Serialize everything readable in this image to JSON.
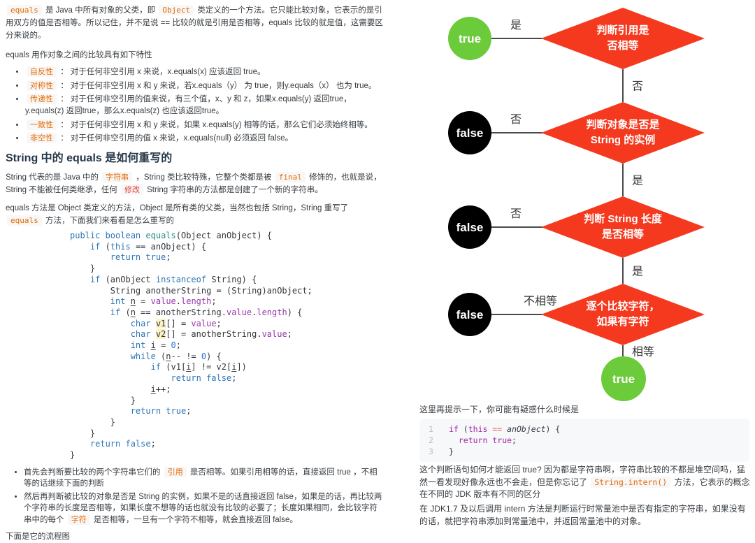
{
  "left": {
    "p1": [
      {
        "k": "c",
        "t": "equals"
      },
      {
        "k": "t",
        "t": " 是 Java 中所有对象的父类，即 "
      },
      {
        "k": "c",
        "t": "Object"
      },
      {
        "k": "t",
        "t": " 类定义的一个方法。它只能比较对象，它表示的是引用双方的值是否相等。所以记住，并不是说 == 比较的就是引用是否相等，equals 比较的就是值，这需要区分来说的。"
      }
    ],
    "p2": "equals 用作对象之间的比较具有如下特性",
    "features": [
      [
        {
          "k": "c",
          "t": "自反性"
        },
        {
          "k": "t",
          "t": " ： 对于任何非空引用 x 来说，x.equals(x) 应该返回 true。"
        }
      ],
      [
        {
          "k": "c",
          "t": "对称性"
        },
        {
          "k": "t",
          "t": " ： 对于任何非空引用 x 和 y 来说，若x.equals（y） 为 true，则y.equals（x） 也为 true。"
        }
      ],
      [
        {
          "k": "c",
          "t": "传递性"
        },
        {
          "k": "t",
          "t": " ： 对于任何非空引用的值来说，有三个值，x、y 和 z，如果x.equals(y) 返回true，y.equals(z) 返回true，那么x.equals(z) 也应该返回true。"
        }
      ],
      [
        {
          "k": "c",
          "t": "一致性"
        },
        {
          "k": "t",
          "t": " ： 对于任何非空引用 x 和 y 来说，如果 x.equals(y) 相等的话，那么它们必须始终相等。"
        }
      ],
      [
        {
          "k": "c",
          "t": "非空性"
        },
        {
          "k": "t",
          "t": " ： 对于任何非空引用的值 x 来说，x.equals(null) 必须返回 false。"
        }
      ]
    ],
    "heading": "String 中的 equals 是如何重写的",
    "p3": [
      {
        "k": "t",
        "t": "String 代表的是 Java 中的 "
      },
      {
        "k": "c",
        "t": "字符串"
      },
      {
        "k": "t",
        "t": " ，String 类比较特殊，它整个类都是被 "
      },
      {
        "k": "c",
        "t": "final"
      },
      {
        "k": "t",
        "t": " 修饰的，也就是说，String 不能被任何类继承，任何 "
      },
      {
        "k": "r",
        "t": "修改"
      },
      {
        "k": "t",
        "t": " String 字符串的方法都是创建了一个新的字符串。"
      }
    ],
    "p4": [
      {
        "k": "t",
        "t": "equals 方法是 Object 类定义的方法，Object 是所有类的父类，当然也包括 String，String 重写了 "
      },
      {
        "k": "c",
        "t": "equals"
      },
      {
        "k": "t",
        "t": " 方法，下面我们来看看是怎么重写的"
      }
    ],
    "code_java": {
      "lines": [
        [
          {
            "k": "k",
            "t": "public boolean"
          },
          {
            "k": "p",
            "t": " "
          },
          {
            "k": "f",
            "t": "equals"
          },
          {
            "k": "p",
            "t": "(Object anObject) {"
          }
        ],
        [
          {
            "k": "p",
            "t": "    "
          },
          {
            "k": "k",
            "t": "if"
          },
          {
            "k": "p",
            "t": " ("
          },
          {
            "k": "k",
            "t": "this"
          },
          {
            "k": "p",
            "t": " == anObject) {"
          }
        ],
        [
          {
            "k": "p",
            "t": "        "
          },
          {
            "k": "k",
            "t": "return true"
          },
          {
            "k": "p",
            "t": ";"
          }
        ],
        [
          {
            "k": "p",
            "t": "    }"
          }
        ],
        [
          {
            "k": "p",
            "t": "    "
          },
          {
            "k": "k",
            "t": "if"
          },
          {
            "k": "p",
            "t": " (anObject "
          },
          {
            "k": "k",
            "t": "instanceof"
          },
          {
            "k": "p",
            "t": " String) {"
          }
        ],
        [
          {
            "k": "p",
            "t": "        String anotherString = (String)anObject;"
          }
        ],
        [
          {
            "k": "p",
            "t": "        "
          },
          {
            "k": "k",
            "t": "int"
          },
          {
            "k": "p",
            "t": " "
          },
          {
            "k": "u",
            "t": "n"
          },
          {
            "k": "p",
            "t": " = "
          },
          {
            "k": "d",
            "t": "value"
          },
          {
            "k": "p",
            "t": "."
          },
          {
            "k": "d",
            "t": "length"
          },
          {
            "k": "p",
            "t": ";"
          }
        ],
        [
          {
            "k": "p",
            "t": "        "
          },
          {
            "k": "k",
            "t": "if"
          },
          {
            "k": "p",
            "t": " ("
          },
          {
            "k": "u",
            "t": "n"
          },
          {
            "k": "p",
            "t": " == anotherString."
          },
          {
            "k": "d",
            "t": "value"
          },
          {
            "k": "p",
            "t": "."
          },
          {
            "k": "d",
            "t": "length"
          },
          {
            "k": "p",
            "t": ") {"
          }
        ],
        [
          {
            "k": "p",
            "t": "            "
          },
          {
            "k": "k",
            "t": "char"
          },
          {
            "k": "p",
            "t": " "
          },
          {
            "k": "h",
            "t": "v1"
          },
          {
            "k": "p",
            "t": "[] = "
          },
          {
            "k": "d",
            "t": "value"
          },
          {
            "k": "p",
            "t": ";"
          }
        ],
        [
          {
            "k": "p",
            "t": "            "
          },
          {
            "k": "k",
            "t": "char"
          },
          {
            "k": "p",
            "t": " "
          },
          {
            "k": "h",
            "t": "v2"
          },
          {
            "k": "p",
            "t": "[] = anotherString."
          },
          {
            "k": "d",
            "t": "value"
          },
          {
            "k": "p",
            "t": ";"
          }
        ],
        [
          {
            "k": "p",
            "t": "            "
          },
          {
            "k": "k",
            "t": "int"
          },
          {
            "k": "p",
            "t": " "
          },
          {
            "k": "u",
            "t": "i"
          },
          {
            "k": "p",
            "t": " = "
          },
          {
            "k": "n",
            "t": "0"
          },
          {
            "k": "p",
            "t": ";"
          }
        ],
        [
          {
            "k": "p",
            "t": "            "
          },
          {
            "k": "k",
            "t": "while"
          },
          {
            "k": "p",
            "t": " ("
          },
          {
            "k": "u",
            "t": "n"
          },
          {
            "k": "p",
            "t": "-- != "
          },
          {
            "k": "n",
            "t": "0"
          },
          {
            "k": "p",
            "t": ") {"
          }
        ],
        [
          {
            "k": "p",
            "t": "                "
          },
          {
            "k": "k",
            "t": "if"
          },
          {
            "k": "p",
            "t": " (v1["
          },
          {
            "k": "u",
            "t": "i"
          },
          {
            "k": "p",
            "t": "] != v2["
          },
          {
            "k": "u",
            "t": "i"
          },
          {
            "k": "p",
            "t": "])"
          }
        ],
        [
          {
            "k": "p",
            "t": "                    "
          },
          {
            "k": "k",
            "t": "return false"
          },
          {
            "k": "p",
            "t": ";"
          }
        ],
        [
          {
            "k": "p",
            "t": "                "
          },
          {
            "k": "u",
            "t": "i"
          },
          {
            "k": "p",
            "t": "++;"
          }
        ],
        [
          {
            "k": "p",
            "t": "            }"
          }
        ],
        [
          {
            "k": "p",
            "t": "            "
          },
          {
            "k": "k",
            "t": "return true"
          },
          {
            "k": "p",
            "t": ";"
          }
        ],
        [
          {
            "k": "p",
            "t": "        }"
          }
        ],
        [
          {
            "k": "p",
            "t": "    }"
          }
        ],
        [
          {
            "k": "p",
            "t": "    "
          },
          {
            "k": "k",
            "t": "return false"
          },
          {
            "k": "p",
            "t": ";"
          }
        ],
        [
          {
            "k": "p",
            "t": "}"
          }
        ]
      ]
    },
    "summary": [
      [
        {
          "k": "t",
          "t": "首先会判断要比较的两个字符串它们的 "
        },
        {
          "k": "c",
          "t": "引用"
        },
        {
          "k": "t",
          "t": " 是否相等。如果引用相等的话，直接返回 true ，不相等的话继续下面的判断"
        }
      ],
      [
        {
          "k": "t",
          "t": "然后再判断被比较的对象是否是 String 的实例，如果不是的话直接返回 false，如果是的话，再比较两个字符串的长度是否相等，如果长度不想等的话也就没有比较的必要了；长度如果相同，会比较字符串中的每个 "
        },
        {
          "k": "c",
          "t": "字符"
        },
        {
          "k": "t",
          "t": " 是否相等，一旦有一个字符不相等，就会直接返回 false。"
        }
      ]
    ],
    "p5": "下面是它的流程图"
  },
  "flowchart": {
    "colors": {
      "red": "#f5391f",
      "green": "#6ccb3a",
      "black": "#000000",
      "line": "#4a4a4a"
    },
    "rows": [
      {
        "decision": [
          "判断引用是",
          "否相等"
        ],
        "side_node": "true",
        "side_color": "green",
        "side_label": "是",
        "down_label": "否"
      },
      {
        "decision": [
          "判断对象是否是",
          "String 的实例"
        ],
        "side_node": "false",
        "side_color": "black",
        "side_label": "否",
        "down_label": "是"
      },
      {
        "decision": [
          "判断 String 长度",
          "是否相等"
        ],
        "side_node": "false",
        "side_color": "black",
        "side_label": "否",
        "down_label": "是"
      },
      {
        "decision": [
          "逐个比较字符，",
          "如果有字符"
        ],
        "side_node": "false",
        "side_color": "black",
        "side_label": "不相等",
        "down_label": "相等"
      }
    ],
    "end_node": {
      "label": "true",
      "color": "green"
    }
  },
  "right": {
    "hint": "这里再提示一下，你可能有疑惑什么时候是",
    "code_snippet": {
      "lines": [
        {
          "num": "1",
          "segments": [
            {
              "k": "s-k",
              "t": "if"
            },
            {
              "k": "s-p",
              "t": " ("
            },
            {
              "k": "s-k",
              "t": "this"
            },
            {
              "k": "s-p",
              "t": " "
            },
            {
              "k": "s-o",
              "t": "=="
            },
            {
              "k": "s-p",
              "t": " "
            },
            {
              "k": "s-i",
              "t": "anObject"
            },
            {
              "k": "s-p",
              "t": ") {"
            }
          ]
        },
        {
          "num": "2",
          "segments": [
            {
              "k": "s-p",
              "t": "  "
            },
            {
              "k": "s-k",
              "t": "return"
            },
            {
              "k": "s-p",
              "t": " "
            },
            {
              "k": "s-k",
              "t": "true"
            },
            {
              "k": "s-p",
              "t": ";"
            }
          ]
        },
        {
          "num": "3",
          "segments": [
            {
              "k": "s-p",
              "t": "}"
            }
          ]
        }
      ]
    },
    "p1": [
      {
        "k": "t",
        "t": "这个判断语句如何才能返回 true? 因为都是字符串啊，字符串比较的不都是堆空间吗，猛然一看发现好像永远也不会走，但是你忘记了 "
      },
      {
        "k": "c",
        "t": "String.intern()"
      },
      {
        "k": "t",
        "t": " 方法，它表示的概念在不同的 JDK 版本有不同的区分"
      }
    ],
    "p2": "在 JDK1.7 及以后调用 intern 方法是判断运行时常量池中是否有指定的字符串，如果没有的话，就把字符串添加到常量池中，并返回常量池中的对象。"
  }
}
